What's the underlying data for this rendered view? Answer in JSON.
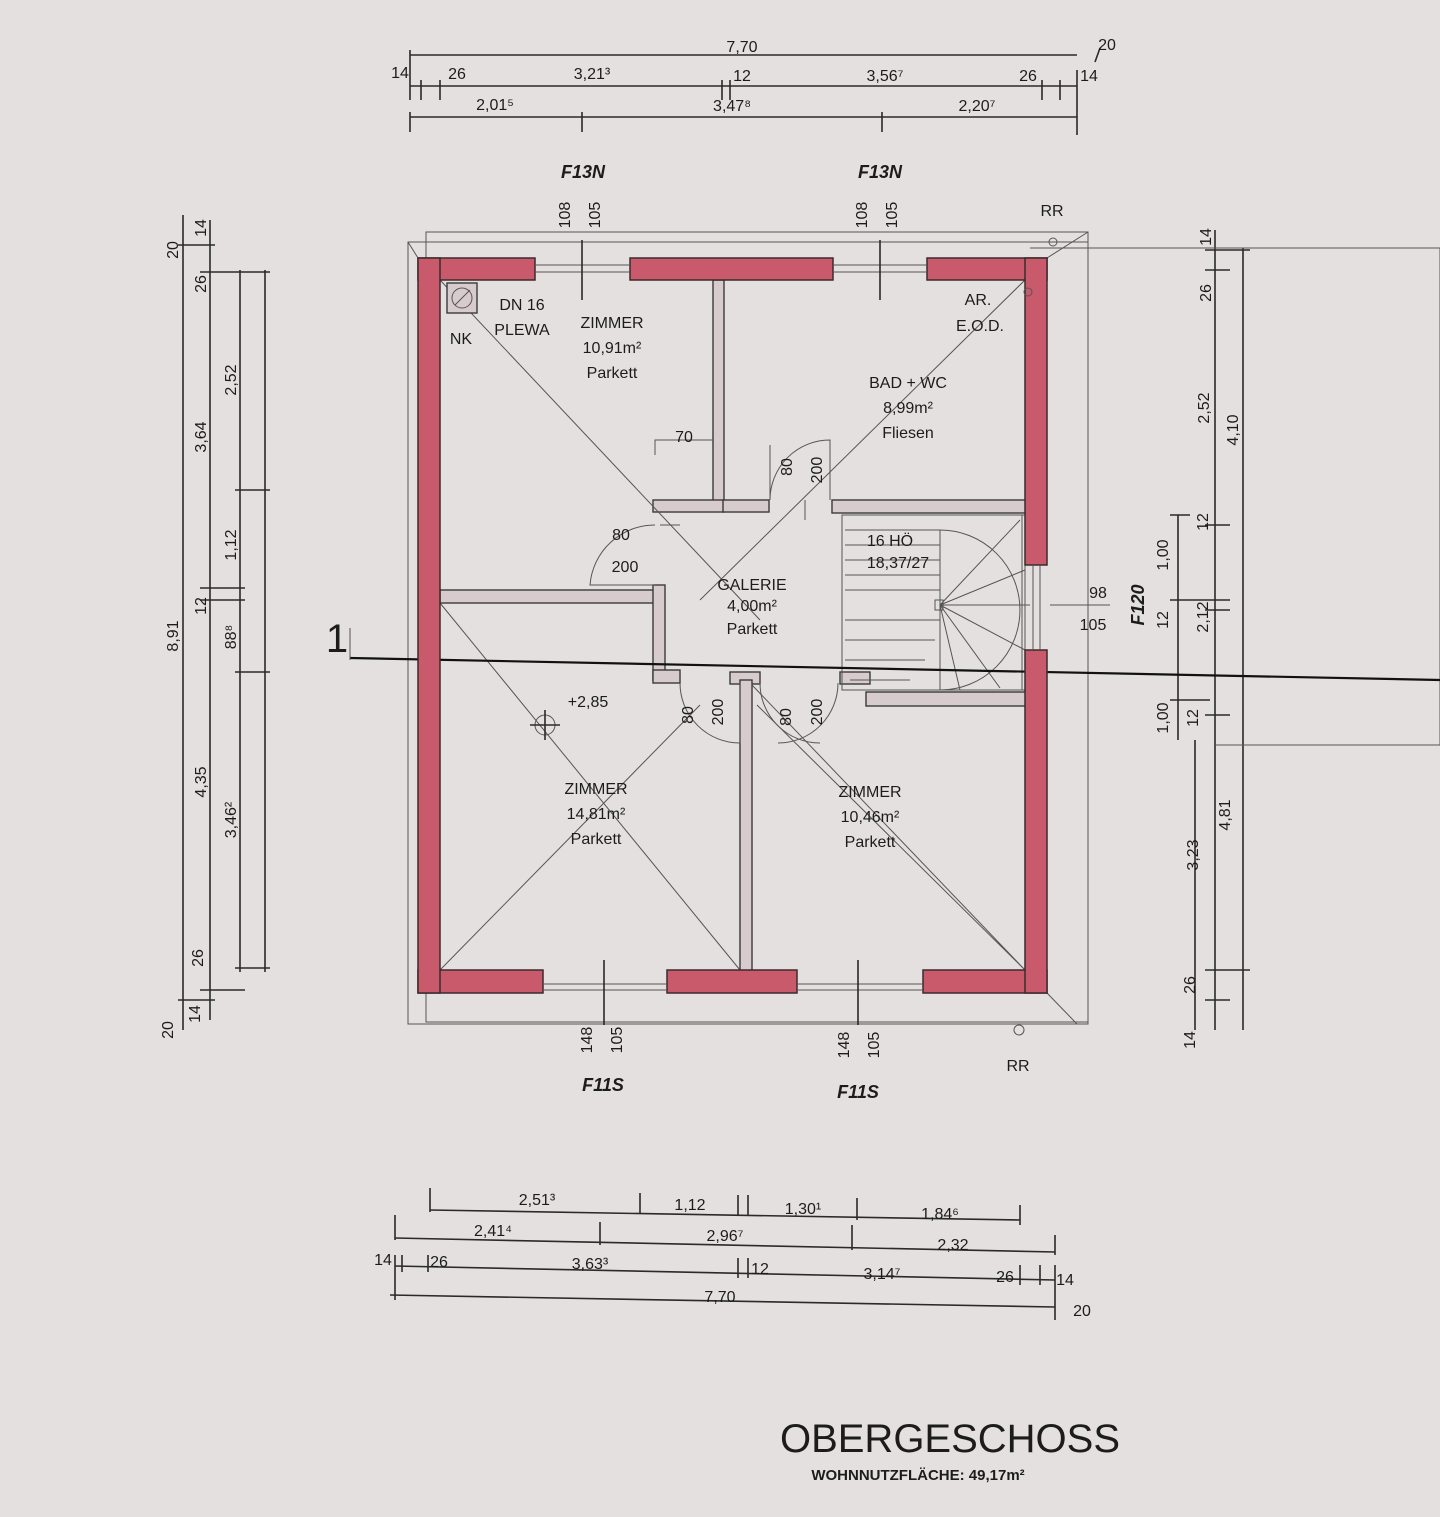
{
  "title": "OBERGESCHOSS",
  "subtitle": "WOHNNUTZFLÄCHE: 49,17m²",
  "section_marker": "1",
  "colors": {
    "wall": "#c85a6c",
    "background": "#e4e0e0"
  },
  "dimensions": {
    "top": [
      "7,70",
      "20",
      "14",
      "26",
      "3,21³",
      "12",
      "3,56⁷",
      "26",
      "14",
      "2,01⁵",
      "3,47⁸",
      "2,20⁷"
    ],
    "bottom": [
      "2,51³",
      "1,12",
      "1,30¹",
      "1,84⁶",
      "2,41⁴",
      "2,96⁷",
      "2,32",
      "14",
      "26",
      "3,63³",
      "12",
      "3,14⁷",
      "26",
      "14",
      "7,70",
      "20"
    ],
    "left": [
      "20",
      "14",
      "26",
      "3,64",
      "2,52",
      "1,12",
      "12",
      "8,91",
      "88⁸",
      "4,35",
      "3,46²",
      "26",
      "14",
      "20"
    ],
    "right": [
      "14",
      "26",
      "2,52",
      "4,10",
      "12",
      "1,00",
      "12",
      "2,12",
      "1,00",
      "12",
      "3,23",
      "4,81",
      "26",
      "14"
    ]
  },
  "windows": {
    "north": [
      {
        "label": "F13N",
        "a": "108",
        "b": "105"
      },
      {
        "label": "F13N",
        "a": "108",
        "b": "105"
      }
    ],
    "south": [
      {
        "label": "F11S",
        "a": "148",
        "b": "105"
      },
      {
        "label": "F11S",
        "a": "148",
        "b": "105"
      }
    ],
    "east": {
      "label": "F120",
      "a": "98",
      "b": "105"
    }
  },
  "rr": [
    "RR",
    "RR"
  ],
  "rooms": {
    "chimney": {
      "line1": "DN 16",
      "line2": "PLEWA",
      "nk": "NK"
    },
    "zimmer_nw": {
      "name": "ZIMMER",
      "area": "10,91m²",
      "floor": "Parkett"
    },
    "bad": {
      "name": "BAD + WC",
      "area": "8,99m²",
      "floor": "Fliesen"
    },
    "ar": {
      "line1": "AR.",
      "line2": "E.O.D."
    },
    "galerie": {
      "name": "GALERIE",
      "area": "4,00m²",
      "floor": "Parkett"
    },
    "stairs": {
      "line1": "16 HÖ",
      "line2": "18,37/27"
    },
    "zimmer_sw": {
      "name": "ZIMMER",
      "area": "14,81m²",
      "floor": "Parkett",
      "level": "+2,85"
    },
    "zimmer_se": {
      "name": "ZIMMER",
      "area": "10,46m²",
      "floor": "Parkett"
    }
  },
  "doors": [
    "70",
    "80",
    "200",
    "80",
    "200",
    "80",
    "200",
    "80",
    "200"
  ]
}
